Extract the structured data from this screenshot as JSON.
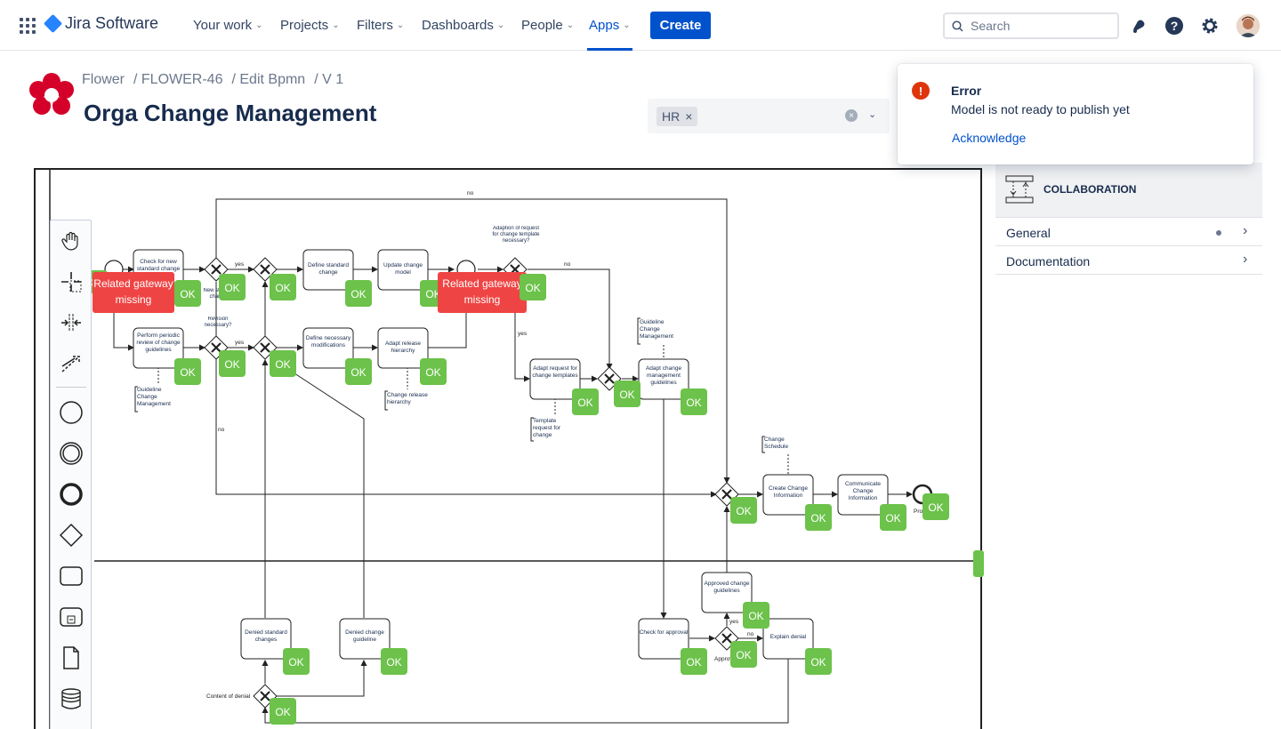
{
  "nav": {
    "app_name": "Jira Software",
    "items": [
      {
        "label": "Your work"
      },
      {
        "label": "Projects"
      },
      {
        "label": "Filters"
      },
      {
        "label": "Dashboards"
      },
      {
        "label": "People"
      },
      {
        "label": "Apps"
      }
    ],
    "create_label": "Create",
    "search_placeholder": "Search"
  },
  "header": {
    "breadcrumbs": [
      "Flower",
      "/ FLOWER-46",
      "/ Edit Bpmn",
      "/ V 1"
    ],
    "title": "Orga Change Management",
    "tag": "HR"
  },
  "flag": {
    "title": "Error",
    "message": "Model is not ready to publish yet",
    "action": "Acknowledge"
  },
  "panel": {
    "title": "COLLABORATION",
    "rows": [
      {
        "label": "General"
      },
      {
        "label": "Documentation"
      }
    ]
  },
  "diagram": {
    "ok": "OK",
    "error_text": "Related gateway missing",
    "labels": {
      "no": "no",
      "yes": "yes",
      "new_standard_change": "New standard change?",
      "revision_necessary": "Revision necessary?",
      "adaption_q": "Adaption of request for change template necessary?",
      "content_of_denial": "Content of denial",
      "approved": "Approved?",
      "process": "Process"
    },
    "tasks": {
      "check_new": "Check for new standard change",
      "define_standard": "Define standard change",
      "update_model": "Update change model",
      "periodic_review": "Perform periodic review of change guidelines",
      "define_mods": "Define necessary modifications",
      "adapt_hierarchy": "Adapt release hierarchy",
      "adapt_request": "Adapt request for change templates",
      "adapt_guidelines": "Adapt change management guidelines",
      "create_info": "Create Change Information",
      "communicate": "Communicate Change Information",
      "denied_standard": "Denied standard changes",
      "denied_guideline": "Denied change guideline",
      "check_approval": "Check for approval",
      "approved_guidelines": "Approved change guidelines",
      "explain_denial": "Explain denial"
    },
    "annotations": {
      "guideline_mgmt": "Guideline Change Management",
      "change_release": "Change release hierarchy",
      "template_request": "Template request for change",
      "guideline_mgmt_2": "Guideline Change Management",
      "change_schedule": "Change Schedule"
    }
  }
}
